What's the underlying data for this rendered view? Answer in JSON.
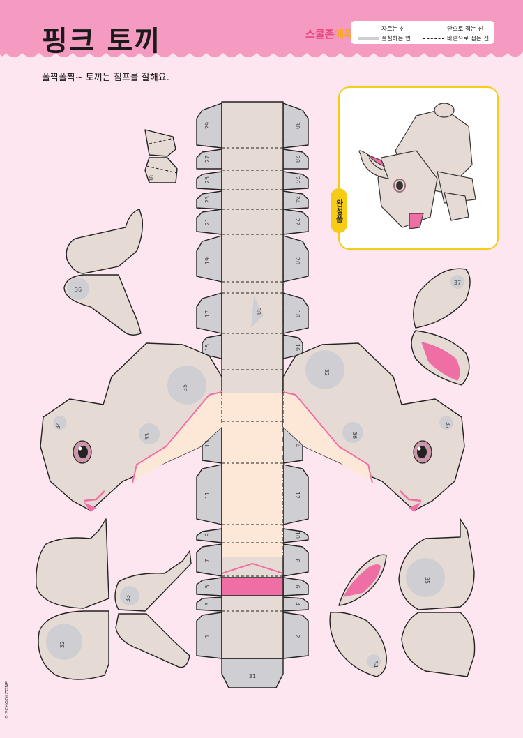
{
  "header": {
    "title": "핑크 토끼",
    "logo": {
      "part1": "스쿨존",
      "part2": "에듀"
    },
    "colors": {
      "band": "#f59bc2",
      "accent": "#e8457f"
    }
  },
  "legend": {
    "cut": "자르는 선",
    "fold_in": "안으로 접는 선",
    "glue": "풀칠하는 면",
    "fold_out": "바깥으로 접는 선"
  },
  "subtitle": "폴짝폴짝~ 토끼는 점프를 잘해요.",
  "preview": {
    "tag": "완성품",
    "icon": "bunny-model-icon"
  },
  "template": {
    "left_tabs": [
      "29",
      "27",
      "25",
      "23",
      "21",
      "19",
      "17",
      "15",
      "13",
      "11",
      "9",
      "7",
      "5",
      "3",
      "1"
    ],
    "right_tabs": [
      "30",
      "28",
      "26",
      "24",
      "22",
      "20",
      "18",
      "16",
      "14",
      "12",
      "10",
      "8",
      "6",
      "4",
      "2"
    ],
    "bottom_tab": "31",
    "center_mark": "38",
    "part_numbers": [
      "32",
      "33",
      "34",
      "35",
      "36",
      "37",
      "38"
    ],
    "colors": {
      "body": "#e6dbd4",
      "glue": "#cfcfd3",
      "pink": "#ef6fa5",
      "belly": "#fde8d8"
    }
  },
  "copyright": "© SCHOOLZONE"
}
